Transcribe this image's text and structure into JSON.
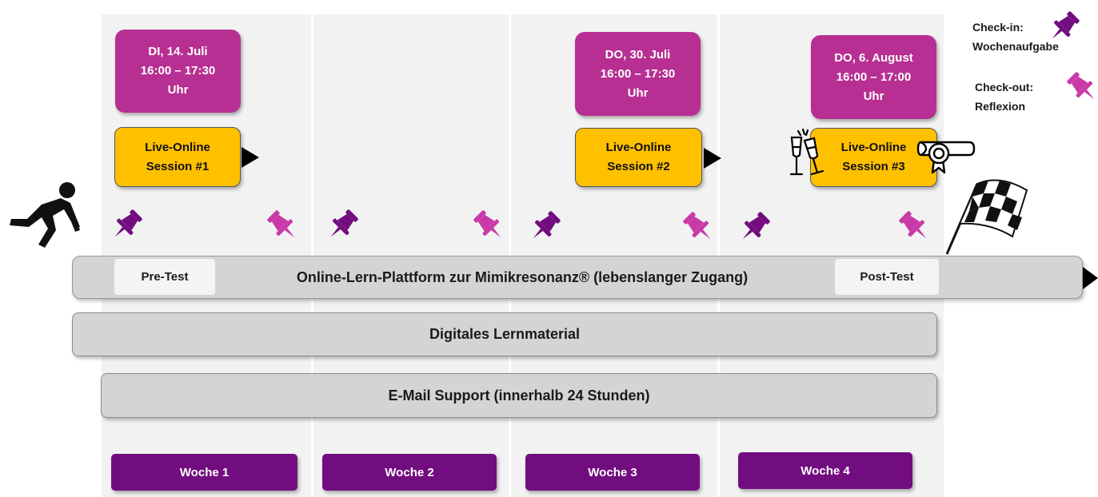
{
  "sessions": [
    {
      "date_line1": "DI, 14. Juli",
      "date_line2": "16:00 – 17:30",
      "date_line3": "Uhr",
      "label_line1": "Live-Online",
      "label_line2": "Session #1"
    },
    {
      "date_line1": "DO, 30. Juli",
      "date_line2": "16:00 – 17:30",
      "date_line3": "Uhr",
      "label_line1": "Live-Online",
      "label_line2": "Session #2"
    },
    {
      "date_line1": "DO, 6. August",
      "date_line2": "16:00 – 17:00",
      "date_line3": "Uhr",
      "label_line1": "Live-Online",
      "label_line2": "Session #3"
    }
  ],
  "legend": {
    "checkin_line1": "Check-in:",
    "checkin_line2": "Wochenaufgabe",
    "checkout_line1": "Check-out:",
    "checkout_line2": "Reflexion"
  },
  "platform": {
    "pre_test": "Pre-Test",
    "label": "Online-Lern-Plattform zur Mimikresonanz® (lebenslanger Zugang)",
    "post_test": "Post-Test"
  },
  "material": "Digitales Lernmaterial",
  "support": "E-Mail Support (innerhalb 24 Stunden)",
  "weeks": [
    "Woche 1",
    "Woche 2",
    "Woche 3",
    "Woche 4"
  ],
  "colors": {
    "checkin": "#720d7f",
    "checkout": "#c93aa8",
    "date_box": "#b72f92",
    "session": "#ffc000",
    "week": "#720d7f"
  },
  "icons": [
    "runner-icon",
    "champagne-icon",
    "certificate-icon",
    "checkered-flag-icon",
    "pushpin-icon"
  ]
}
